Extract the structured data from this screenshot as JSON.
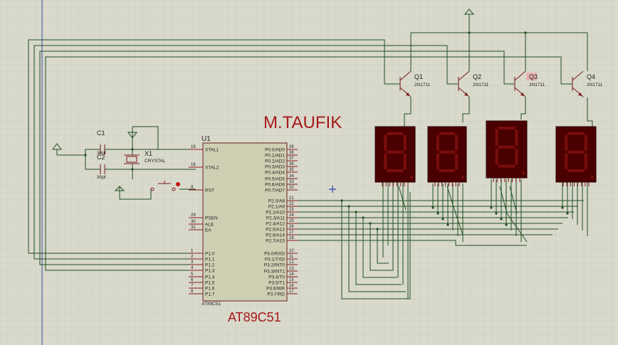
{
  "title": "M.TAUFIK",
  "chip": {
    "ref": "U1",
    "part_label": "AT89C51",
    "part_name": "AT89C51",
    "left_pins": [
      {
        "num": "19",
        "name": "XTAL1"
      },
      {
        "num": "18",
        "name": "XTAL2"
      },
      {
        "num": "9",
        "name": "RST"
      },
      {
        "num": "29",
        "name": "PSEN"
      },
      {
        "num": "30",
        "name": "ALE"
      },
      {
        "num": "31",
        "name": "EA"
      },
      {
        "num": "1",
        "name": "P1.0"
      },
      {
        "num": "2",
        "name": "P1.1"
      },
      {
        "num": "3",
        "name": "P1.2"
      },
      {
        "num": "4",
        "name": "P1.3"
      },
      {
        "num": "5",
        "name": "P1.4"
      },
      {
        "num": "6",
        "name": "P1.5"
      },
      {
        "num": "7",
        "name": "P1.6"
      },
      {
        "num": "8",
        "name": "P1.7"
      }
    ],
    "right_pins": [
      {
        "num": "39",
        "name": "P0.0/AD0"
      },
      {
        "num": "38",
        "name": "P0.1/AD1"
      },
      {
        "num": "37",
        "name": "P0.2/AD2"
      },
      {
        "num": "36",
        "name": "P0.3/AD3"
      },
      {
        "num": "35",
        "name": "P0.4/AD4"
      },
      {
        "num": "34",
        "name": "P0.5/AD5"
      },
      {
        "num": "33",
        "name": "P0.6/AD6"
      },
      {
        "num": "32",
        "name": "P0.7/AD7"
      },
      {
        "num": "21",
        "name": "P2.0/A8"
      },
      {
        "num": "22",
        "name": "P2.1/A9"
      },
      {
        "num": "23",
        "name": "P2.2/A10"
      },
      {
        "num": "24",
        "name": "P2.3/A11"
      },
      {
        "num": "25",
        "name": "P2.4/A12"
      },
      {
        "num": "26",
        "name": "P2.5/A13"
      },
      {
        "num": "27",
        "name": "P2.6/A14"
      },
      {
        "num": "28",
        "name": "P2.7/A15"
      },
      {
        "num": "10",
        "name": "P3.0/RXD"
      },
      {
        "num": "11",
        "name": "P3.1/TXD"
      },
      {
        "num": "12",
        "name": "P3.2/INT0"
      },
      {
        "num": "13",
        "name": "P3.3/INT1"
      },
      {
        "num": "14",
        "name": "P3.4/T0"
      },
      {
        "num": "15",
        "name": "P3.5/T1"
      },
      {
        "num": "16",
        "name": "P3.6/WR"
      },
      {
        "num": "17",
        "name": "P3.7/RD"
      }
    ]
  },
  "components": {
    "c1": {
      "ref": "C1",
      "value": "30pf"
    },
    "c2": {
      "ref": "C2",
      "value": "30pf"
    },
    "x1": {
      "ref": "X1",
      "value": "CRYSTAL"
    }
  },
  "transistors": [
    {
      "ref": "Q1",
      "part": "2N1711"
    },
    {
      "ref": "Q2",
      "part": "2N1711"
    },
    {
      "ref": "Q3",
      "part": "2N1711"
    },
    {
      "ref": "Q4",
      "part": "2N1711"
    }
  ],
  "displays": [
    {
      "digit": "8"
    },
    {
      "digit": "8"
    },
    {
      "digit": "8"
    },
    {
      "digit": "8"
    }
  ],
  "colors": {
    "background": "#d9d9cc",
    "grid": "#c4c4b5",
    "wire": "#1f4f1f",
    "component": "#7a1a1a",
    "chip_body": "#cfcfb4",
    "display_body": "#4a0000",
    "segment": "#7a0d0d",
    "title": "#a61818"
  }
}
